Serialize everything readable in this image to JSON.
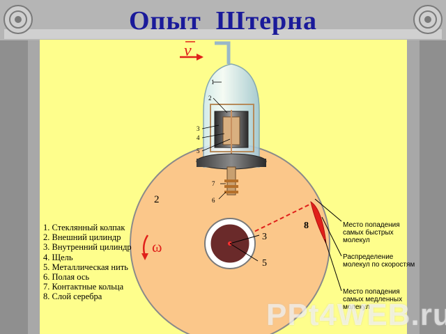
{
  "title": "Опыт  Штерна",
  "colors": {
    "background": "#fefe8c",
    "disk": "#fbc78a",
    "frame": "#a8a8a8",
    "title": "#1a1a9a",
    "arrow": "#e0201a",
    "silver": "#e0201a",
    "center": "#5a1a1a"
  },
  "velocity_label": "v",
  "omega_label": "ω",
  "diagram_numbers": {
    "n1": "1",
    "n2": "2",
    "n3": "3",
    "n4": "4",
    "n5": "5",
    "n6": "6",
    "n7": "7",
    "outer": "2",
    "inner3": "3",
    "inner5": "5",
    "silver": "8"
  },
  "legend": [
    "1. Стеклянный колпак",
    "2. Внешний цилиндр",
    "3. Внутренний цилиндр",
    "4. Щель",
    "5. Металлическая нить",
    "6. Полая ось",
    "7. Контактные кольца",
    "8. Слой серебра"
  ],
  "callouts": {
    "fast": "Место попадения самых быстрых молекул",
    "distribution": "Распределение молекул по скоростям",
    "slow": "Место попадения самых медленных молекул"
  },
  "watermark": "PPt4WEB.ru"
}
